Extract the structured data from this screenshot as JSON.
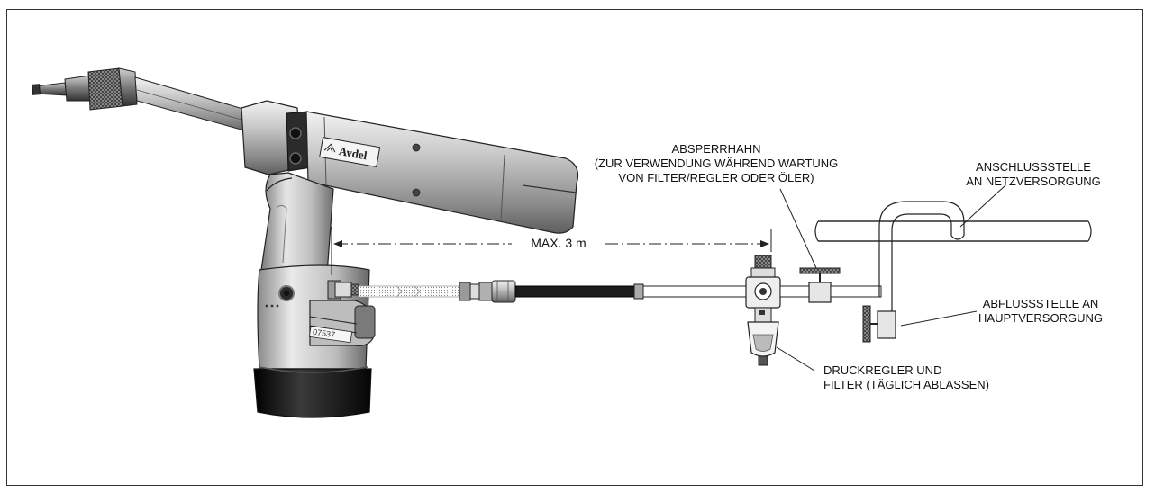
{
  "dimension": {
    "label": "MAX. 3 m"
  },
  "labels": {
    "shutoff_valve": {
      "line1": "ABSPERRHAHN",
      "line2": "(ZUR VERWENDUNG WÄHREND WARTUNG",
      "line3": "VON FILTER/REGLER ODER ÖLER)"
    },
    "supply_connection": {
      "line1": "ANSCHLUSSSTELLE",
      "line2": "AN NETZVERSORGUNG"
    },
    "main_drain": {
      "line1": "ABFLUSSSTELLE AN",
      "line2": "HAUPTVERSORGUNG"
    },
    "regulator_filter": {
      "line1": "DRUCKREGLER UND",
      "line2": "FILTER (TÄGLICH ABLASSEN)"
    }
  },
  "tool": {
    "brand": "Avdel",
    "serial": "07537",
    "plate_code": "07537"
  },
  "colors": {
    "line": "#222222",
    "metal_light": "#d9d9d9",
    "metal_mid": "#a9a9a9",
    "metal_dark": "#6e6e6e",
    "rubber": "#1a1a1a"
  },
  "icons": {
    "tool": "pneumatic-riveting-tool-illustration",
    "valve": "shut-off-valve-icon",
    "regulator": "filter-regulator-icon"
  }
}
